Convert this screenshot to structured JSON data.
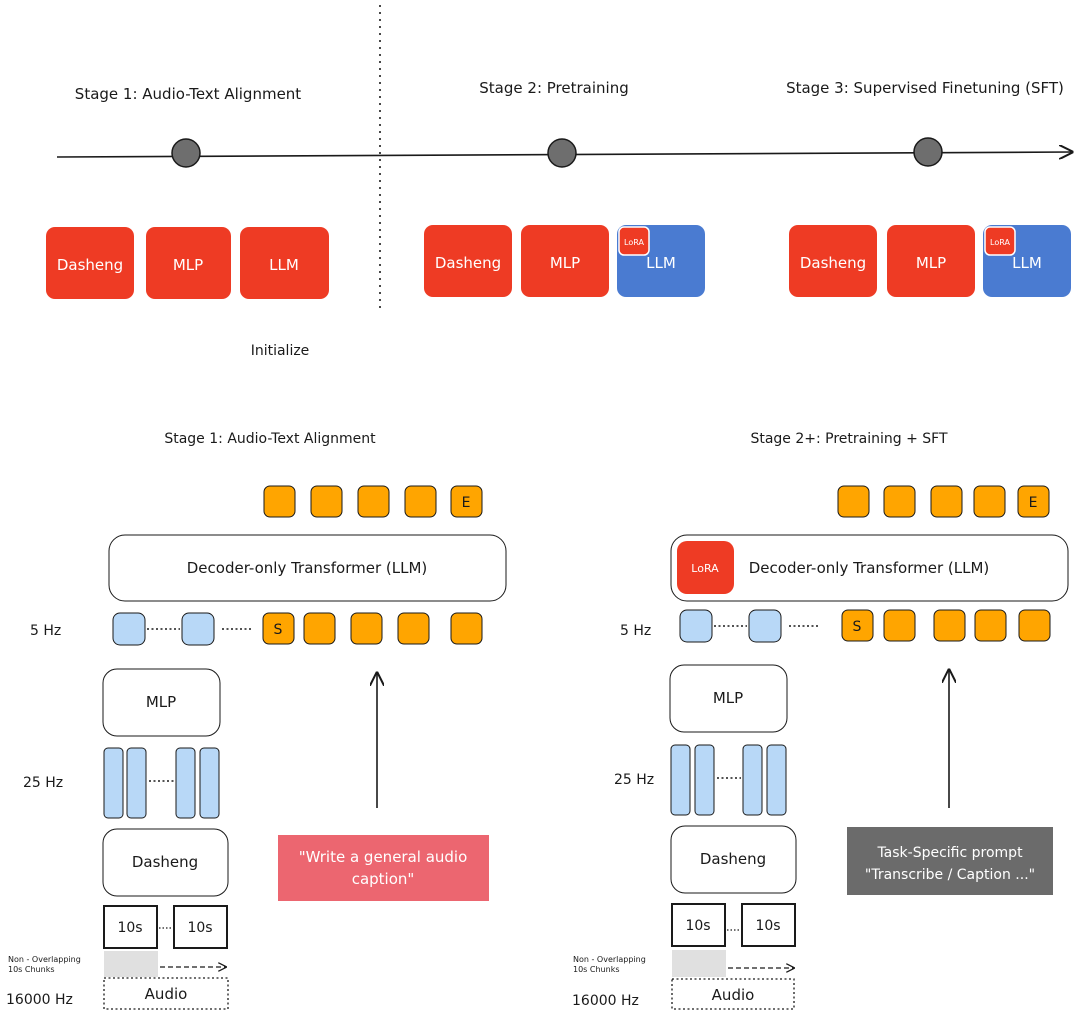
{
  "timeline": {
    "stage1_label": "Stage 1: Audio-Text Alignment",
    "stage2_label": "Stage 2: Pretraining",
    "stage3_label": "Stage 3: Supervised Finetuning (SFT)",
    "initialize_label": "Initialize"
  },
  "blocks": {
    "dasheng": "Dasheng",
    "mlp": "MLP",
    "llm": "LLM",
    "lora": "LoRA"
  },
  "panel_left": {
    "title": "Stage 1: Audio-Text Alignment",
    "decoder_label": "Decoder-only Transformer (LLM)",
    "end_token": "E",
    "start_token": "S",
    "rate_5hz": "5 Hz",
    "rate_25hz": "25 Hz",
    "rate_16k": "16000 Hz",
    "mlp_label": "MLP",
    "encoder_label": "Dasheng",
    "chunk_label": "10s",
    "chunks_note_line1": "Non - Overlapping",
    "chunks_note_line2": "10s Chunks",
    "audio_label": "Audio",
    "prompt_line1": "\"Write a general audio",
    "prompt_line2": "caption\""
  },
  "panel_right": {
    "title": "Stage 2+: Pretraining + SFT",
    "decoder_label": "Decoder-only Transformer (LLM)",
    "lora_label": "LoRA",
    "end_token": "E",
    "start_token": "S",
    "rate_5hz": "5 Hz",
    "rate_25hz": "25 Hz",
    "rate_16k": "16000 Hz",
    "mlp_label": "MLP",
    "encoder_label": "Dasheng",
    "chunk_label": "10s",
    "chunks_note_line1": "Non - Overlapping",
    "chunks_note_line2": "10s Chunks",
    "audio_label": "Audio",
    "prompt_line1": "Task-Specific prompt",
    "prompt_line2": "\"Transcribe / Caption ...\""
  },
  "colors": {
    "frozen_red": "#ee3b24",
    "trainable_blue": "#4a7bd1",
    "token_orange": "#ffa500",
    "audio_token_blue": "#b8d8f7",
    "prompt_pink": "#ec6670",
    "prompt_gray": "#6b6b6b",
    "node_gray": "#6e6e6e"
  }
}
